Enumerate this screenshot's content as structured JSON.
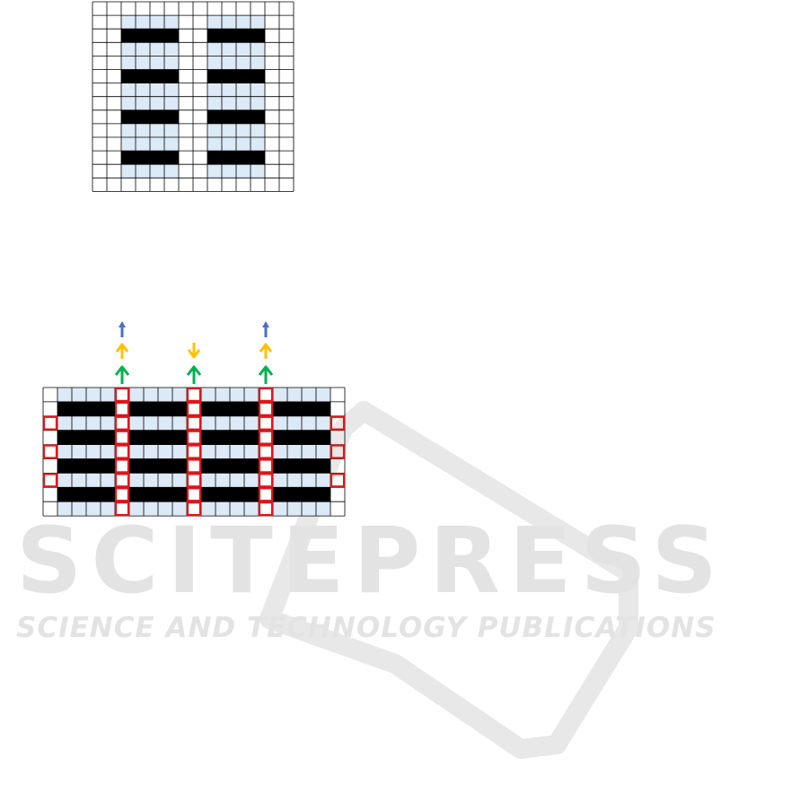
{
  "watermark": {
    "name": "SCITEPRESS",
    "tagline": "SCIENCE AND TECHNOLOGY PUBLICATIONS",
    "color": "#e3e3e3"
  },
  "colors": {
    "grid_line": "#000000",
    "cell_light_blue": "#dce9f6",
    "bar_black": "#000000",
    "highlight_red": "#e0151c",
    "arrow_blue": "#4472c4",
    "arrow_orange": "#ffc000",
    "arrow_green": "#00b050"
  },
  "top_figure": {
    "rows": 14,
    "cols": 14,
    "blue_blocks": [
      {
        "row_from": 1,
        "row_to": 12,
        "col_from": 2,
        "col_to": 5
      },
      {
        "row_from": 1,
        "row_to": 12,
        "col_from": 8,
        "col_to": 11
      }
    ],
    "black_bar_rows": [
      2,
      5,
      8,
      11
    ],
    "black_bar_cols": [
      [
        2,
        5
      ],
      [
        8,
        11
      ]
    ]
  },
  "bottom_figure": {
    "rows": 9,
    "cols": 21,
    "white_cols": [
      0,
      5,
      10,
      15,
      20
    ],
    "black_bar_rows": [
      1,
      3,
      5,
      7
    ],
    "black_bar_cols": [
      [
        1,
        4
      ],
      [
        6,
        9
      ],
      [
        11,
        14
      ],
      [
        16,
        19
      ]
    ],
    "red_cell_rows_inner": [
      0,
      1,
      2,
      3,
      4,
      5,
      6,
      7,
      8
    ],
    "red_cell_cols_inner": [
      5,
      10,
      15
    ],
    "red_cell_rows_edge": [
      2,
      4,
      6
    ],
    "red_cell_cols_edge": [
      0,
      20
    ],
    "arrow_columns": [
      {
        "col": 5,
        "arrows": [
          {
            "color": "blue",
            "dir": "up",
            "style": "thin"
          },
          {
            "color": "orange",
            "dir": "up",
            "style": "chevron"
          },
          {
            "color": "green",
            "dir": "up",
            "style": "solid"
          }
        ]
      },
      {
        "col": 10,
        "arrows": [
          {
            "color": "orange",
            "dir": "down",
            "style": "chevron"
          },
          {
            "color": "green",
            "dir": "up",
            "style": "solid"
          }
        ]
      },
      {
        "col": 15,
        "arrows": [
          {
            "color": "blue",
            "dir": "up",
            "style": "thin"
          },
          {
            "color": "orange",
            "dir": "up",
            "style": "chevron"
          },
          {
            "color": "green",
            "dir": "up",
            "style": "solid"
          }
        ]
      }
    ]
  }
}
